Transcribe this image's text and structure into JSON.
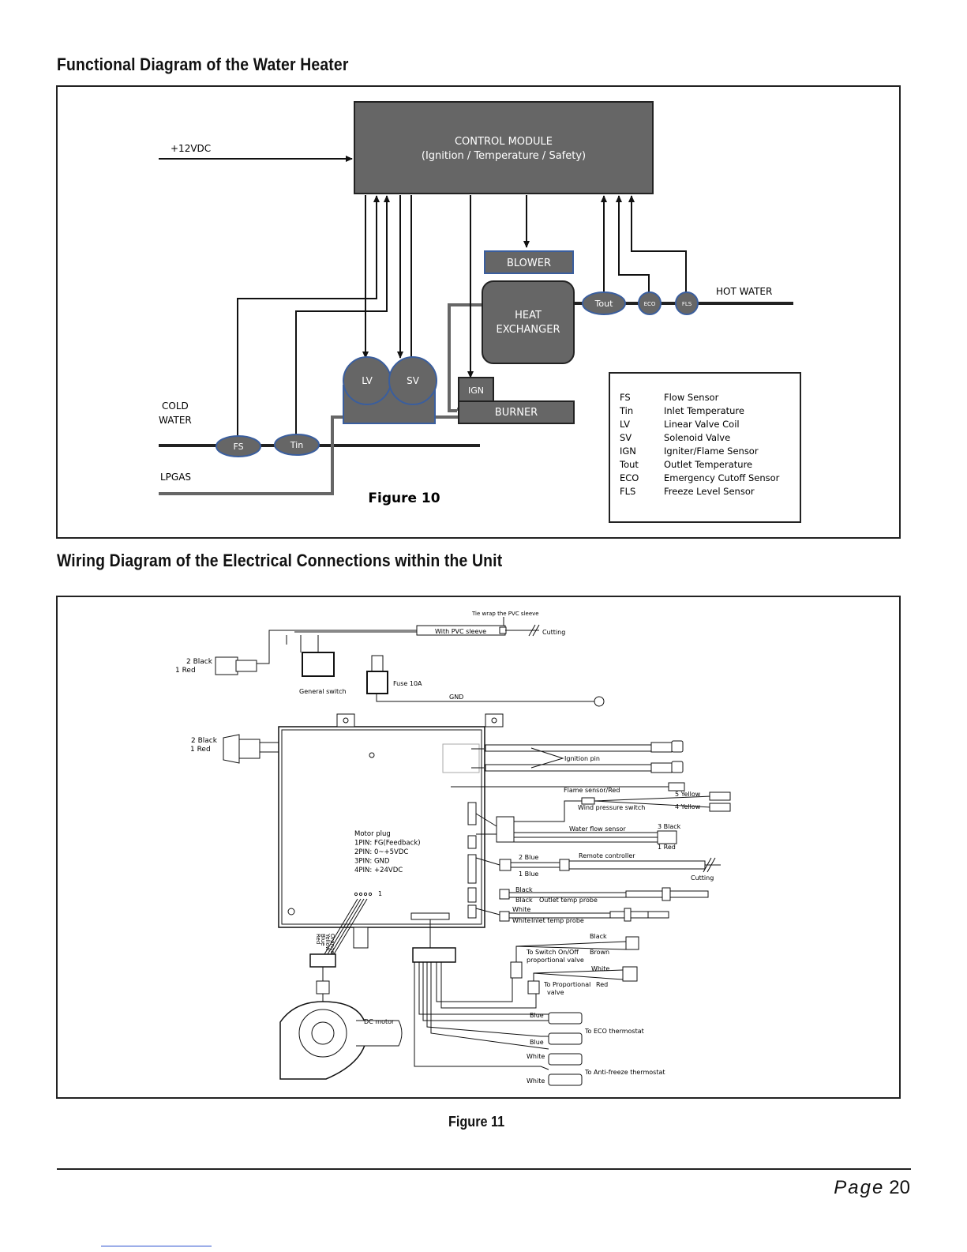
{
  "section1": {
    "title": "Functional Diagram of the Water Heater",
    "figure_label": "Figure 10",
    "control_module": {
      "line1": "CONTROL MODULE",
      "line2": "(Ignition / Temperature / Safety)"
    },
    "power_label": "+12VDC",
    "blower": "BLOWER",
    "heat_exchanger": {
      "line1": "HEAT",
      "line2": "EXCHANGER"
    },
    "burner": "BURNER",
    "ign": "IGN",
    "lv": "LV",
    "sv": "SV",
    "fs": "FS",
    "tin": "Tin",
    "tout": "Tout",
    "eco": "ECO",
    "fls": "FLS",
    "cold_water": {
      "line1": "COLD",
      "line2": "WATER"
    },
    "lpgas": "LPGAS",
    "hot_water": "HOT WATER",
    "legend": [
      {
        "code": "FS",
        "desc": "Flow Sensor"
      },
      {
        "code": "Tin",
        "desc": "Inlet Temperature"
      },
      {
        "code": "LV",
        "desc": "Linear Valve Coil"
      },
      {
        "code": "SV",
        "desc": "Solenoid Valve"
      },
      {
        "code": "IGN",
        "desc": "Igniter/Flame Sensor"
      },
      {
        "code": "Tout",
        "desc": "Outlet Temperature"
      },
      {
        "code": "ECO",
        "desc": "Emergency Cutoff Sensor"
      },
      {
        "code": "FLS",
        "desc": "Freeze Level Sensor"
      }
    ]
  },
  "section2": {
    "title": "Wiring Diagram of the Electrical Connections within the Unit",
    "figure_label": "Figure 11",
    "labels": {
      "tie_wrap": "Tie wrap the PVC sleeve",
      "with_pvc": "With PVC sleeve",
      "cutting_top": "Cutting",
      "black_red_1": {
        "a": "2 Black",
        "b": "1 Red"
      },
      "black_red_2": {
        "a": "2 Black",
        "b": "1 Red"
      },
      "general_switch": "General switch",
      "fuse": "Fuse 10A",
      "gnd": "GND",
      "ignition_pin": "Ignition pin",
      "flame_sensor": "Flame sensor/Red",
      "yellow5": "5 Yellow",
      "yellow4": "4 Yellow",
      "wind_pressure": "Wind pressure switch",
      "water_flow": "Water flow sensor",
      "black3": "3 Black",
      "red1": "1 Red",
      "blue2": "2 Blue",
      "blue1": "1 Blue",
      "remote": "Remote controller",
      "cutting_right": "Cutting",
      "black_a": "Black",
      "black_b": "Black",
      "outlet_probe": "Outlet temp probe",
      "white_a": "White",
      "white_b": "White",
      "inlet_probe": "Inlet temp probe",
      "motor_plug": [
        "Motor plug",
        "1PIN: FG(Feedback)",
        "2PIN: 0~+5VDC",
        "3PIN: GND",
        "4PIN: +24VDC"
      ],
      "pin1": "1",
      "motor_wires": [
        "Orange",
        "Yellow",
        "Blue",
        "Red"
      ],
      "dc_motor": "DC motor",
      "black_sw": "Black",
      "brown": "Brown",
      "to_switch": {
        "a": "To Switch On/Off",
        "b": "proportional valve"
      },
      "white_pv": "White",
      "red_pv": "Red",
      "to_prop": {
        "a": "To Proportional",
        "b": "valve"
      },
      "blue_eco_a": "Blue",
      "blue_eco_b": "Blue",
      "to_eco": "To ECO thermostat",
      "white_af_a": "White",
      "white_af_b": "White",
      "to_antifreeze": "To Anti-freeze thermostat"
    }
  },
  "footer": {
    "page_word": "Page",
    "page_number": "20"
  }
}
